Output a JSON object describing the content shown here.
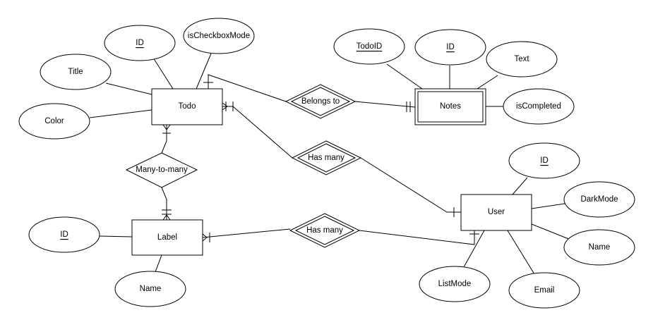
{
  "entities": {
    "todo": "Todo",
    "notes": "Notes",
    "user": "User",
    "label": "Label"
  },
  "relationships": {
    "belongs_to": "Belongs to",
    "has_many_todo_user": "Has many",
    "many_to_many": "Many-to-many",
    "has_many_label_user": "Has many"
  },
  "attributes": {
    "todo_id": "ID",
    "todo_is_checkbox_mode": "isCheckboxMode",
    "todo_title": "Title",
    "todo_color": "Color",
    "notes_todo_id": "TodoID",
    "notes_id": "ID",
    "notes_text": "Text",
    "notes_is_completed": "isCompleted",
    "user_id": "ID",
    "user_dark_mode": "DarkMode",
    "user_name": "Name",
    "user_email": "Email",
    "user_list_mode": "ListMode",
    "label_id": "ID",
    "label_name": "Name"
  }
}
